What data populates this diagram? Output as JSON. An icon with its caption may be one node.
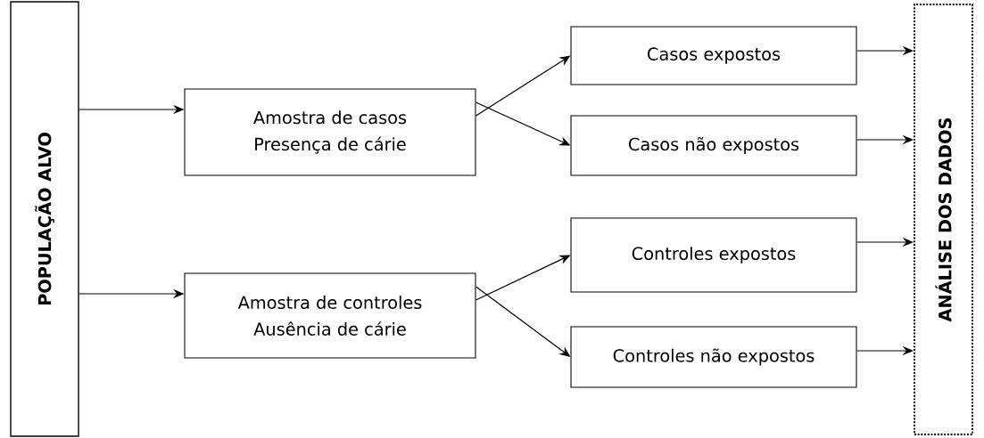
{
  "diagram": {
    "nodes": [
      {
        "text": [
          "POPULAÇÃO ALVO"
        ]
      },
      {
        "text": [
          "Amostra de casos",
          "Presença de cárie"
        ]
      },
      {
        "text": [
          "Amostra de controles",
          "Ausência de cárie"
        ]
      },
      {
        "text": [
          "Casos expostos"
        ]
      },
      {
        "text": [
          "Casos não expostos"
        ]
      },
      {
        "text": [
          "Controles expostos"
        ]
      },
      {
        "text": [
          "Controles não expostos"
        ]
      },
      {
        "text": [
          "ANÁLISE DOS DADOS"
        ]
      }
    ],
    "edges": [
      {
        "from": 0,
        "to": 1,
        "arrow": "to"
      },
      {
        "from": 0,
        "to": 2,
        "arrow": "to"
      },
      {
        "from": 1,
        "to": 3,
        "arrow": "to"
      },
      {
        "from": 1,
        "to": 4,
        "arrow": "to"
      },
      {
        "from": 2,
        "to": 5,
        "arrow": "to"
      },
      {
        "from": 2,
        "to": 6,
        "arrow": "to"
      },
      {
        "from": 3,
        "to": 7,
        "arrow": "to"
      },
      {
        "from": 4,
        "to": 7,
        "arrow": "to"
      },
      {
        "from": 5,
        "to": 7,
        "arrow": "to"
      },
      {
        "from": 6,
        "to": 7,
        "arrow": "to"
      }
    ]
  }
}
